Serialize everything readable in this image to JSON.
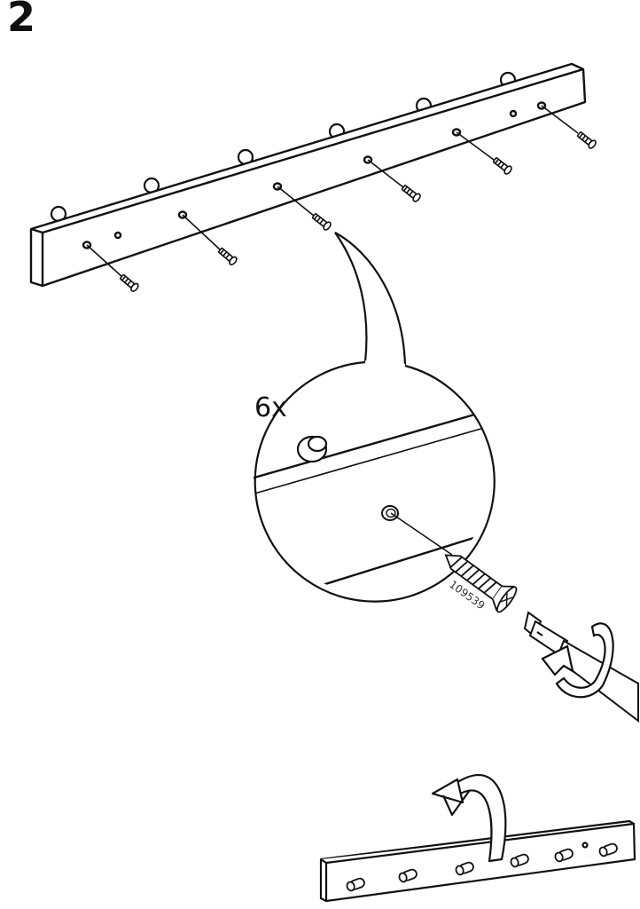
{
  "step": {
    "number": "2"
  },
  "detail": {
    "quantity": "6x",
    "part_number": "109539"
  },
  "colors": {
    "ink": "#111111",
    "paper": "#ffffff"
  },
  "icons": {
    "rotate": "rotate-arrow-icon",
    "screwdriver": "screwdriver-icon",
    "screw": "screw-icon",
    "flip": "flip-arrow-icon"
  }
}
